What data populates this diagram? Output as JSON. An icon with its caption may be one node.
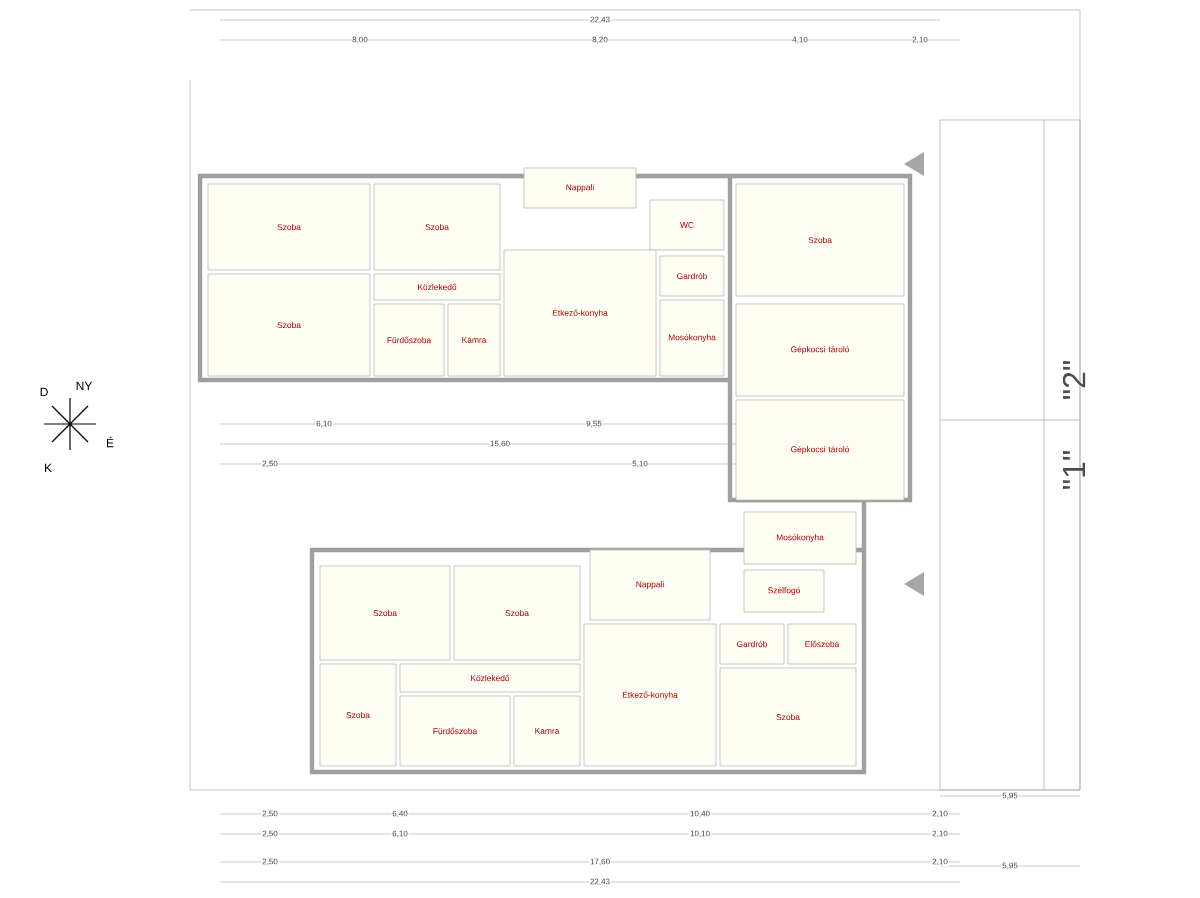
{
  "diagram": {
    "nodes": [
      {
        "text": [
          "Szoba"
        ]
      },
      {
        "text": [
          "Szoba"
        ]
      },
      {
        "text": [
          "Nappali"
        ]
      },
      {
        "text": [
          "WC"
        ]
      },
      {
        "text": [
          "Szoba"
        ]
      },
      {
        "text": [
          "Közlekedő"
        ]
      },
      {
        "text": [
          "Szoba"
        ]
      },
      {
        "text": [
          "Fürdőszoba"
        ]
      },
      {
        "text": [
          "Kamra"
        ]
      },
      {
        "text": [
          "Étkező-konyha"
        ]
      },
      {
        "text": [
          "Gardrób"
        ]
      },
      {
        "text": [
          "Mosókonyha"
        ]
      },
      {
        "text": [
          "Gépkocsi tároló"
        ]
      },
      {
        "text": [
          "Gépkocsi tároló"
        ]
      },
      {
        "text": [
          "Mosókonyha"
        ]
      },
      {
        "text": [
          "Nappali"
        ]
      },
      {
        "text": [
          "Szoba"
        ]
      },
      {
        "text": [
          "Szoba"
        ]
      },
      {
        "text": [
          "Szélfogó"
        ]
      },
      {
        "text": [
          "Gardrób"
        ]
      },
      {
        "text": [
          "Előszoba"
        ]
      },
      {
        "text": [
          "Közlekedő"
        ]
      },
      {
        "text": [
          "Szoba"
        ]
      },
      {
        "text": [
          "Fürdőszoba"
        ]
      },
      {
        "text": [
          "Kamra"
        ]
      },
      {
        "text": [
          "Étkező-konyha"
        ]
      },
      {
        "text": [
          "Szoba"
        ]
      }
    ],
    "labels": [
      "22,43",
      "8,00",
      "8,20",
      "4,10",
      "2,10",
      "D",
      "NY",
      "É",
      "K",
      "6,10",
      "9,55",
      "\"2\"",
      "15,60",
      "2,50",
      "5,10",
      "\"1\"",
      "2,50",
      "6,40",
      "10,40",
      "2,10",
      "5,95",
      "2,50",
      "6,10",
      "10,10",
      "2,10",
      "2,50",
      "17,60",
      "2,10",
      "5,95",
      "22,43"
    ]
  }
}
